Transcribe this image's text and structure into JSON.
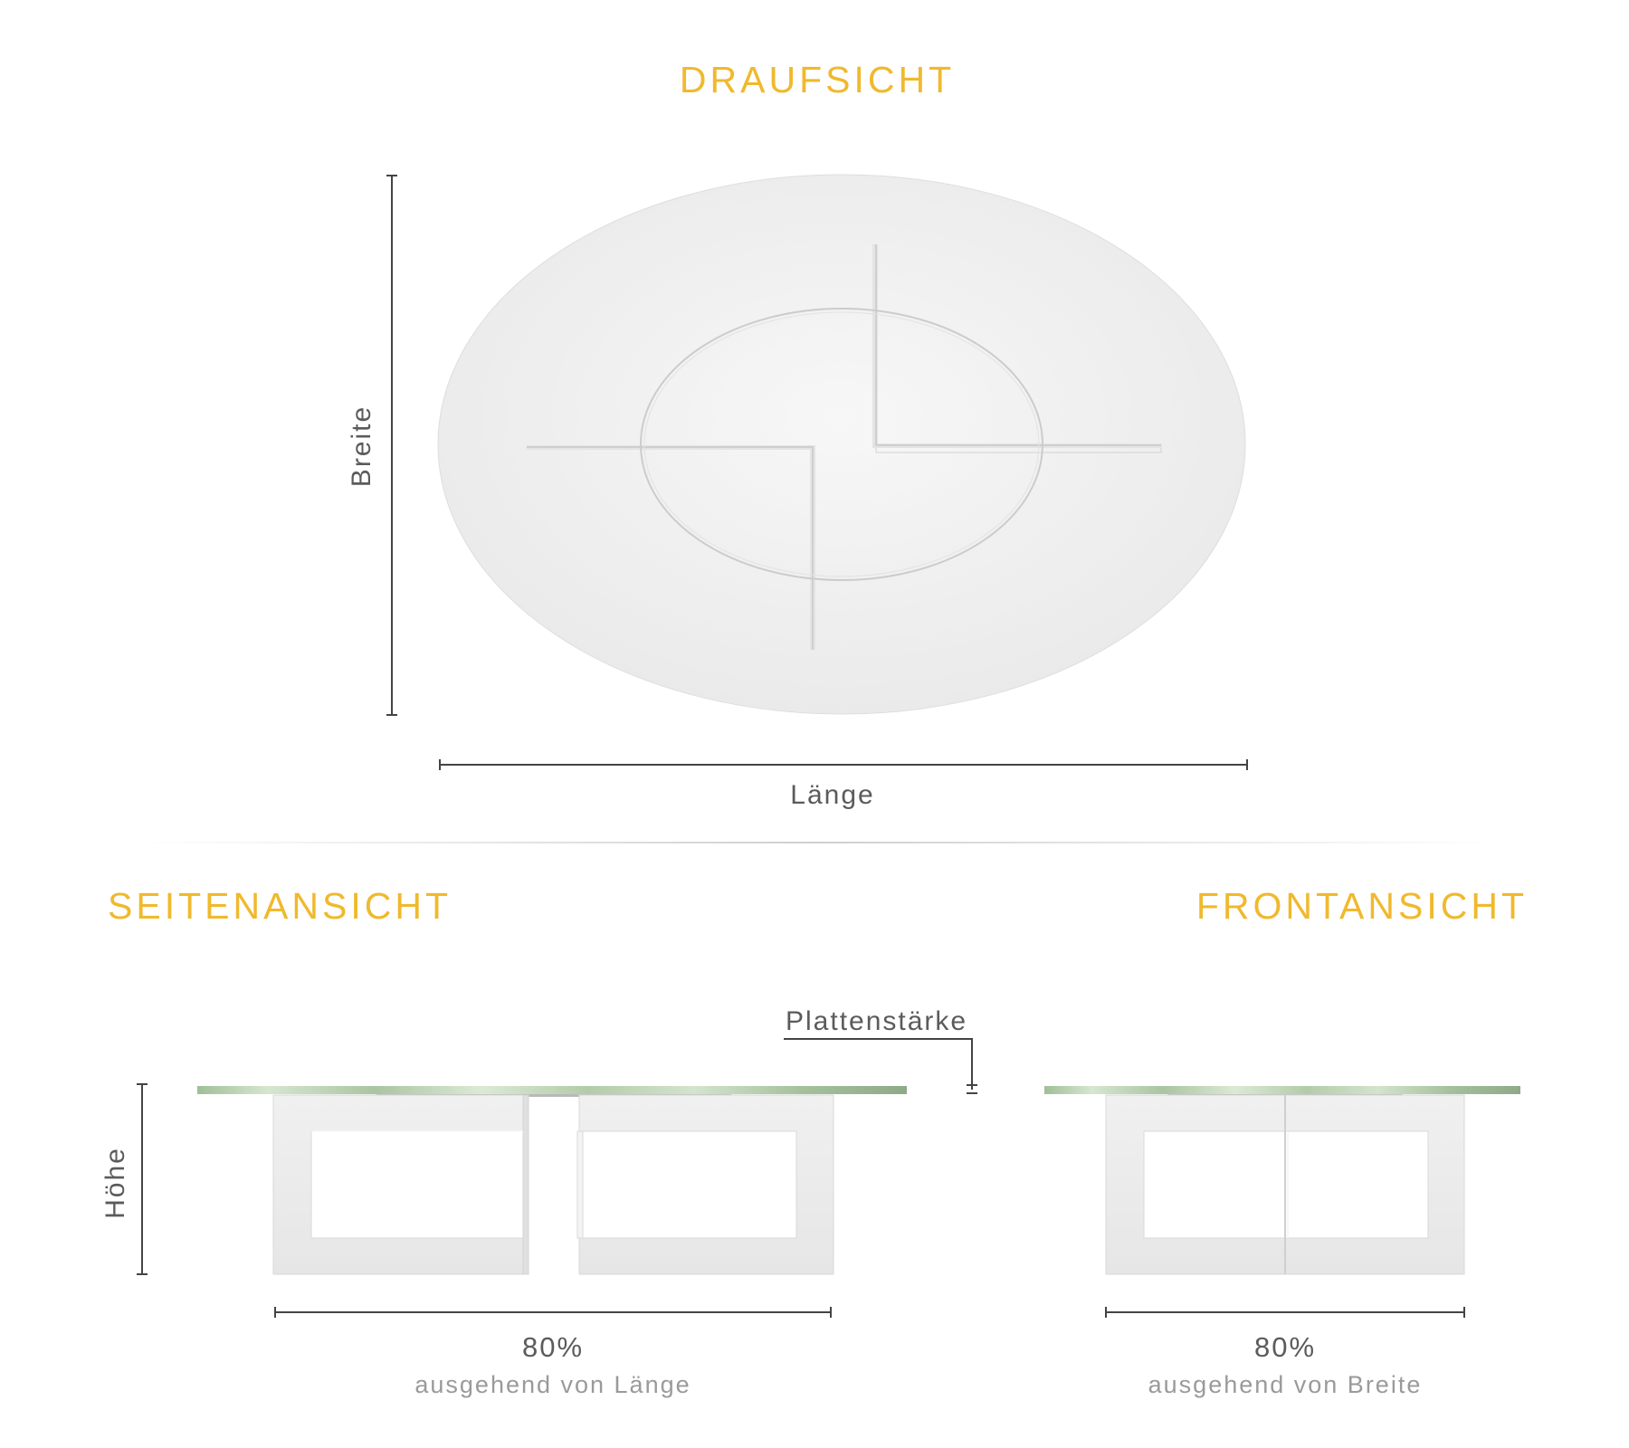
{
  "top_view": {
    "title": "DRAUFSICHT",
    "length_label": "Länge",
    "width_label": "Breite"
  },
  "side_view": {
    "title": "SEITENANSICHT",
    "height_label": "Höhe",
    "base_percent": "80%",
    "base_note": "ausgehend von Länge"
  },
  "front_view": {
    "title": "FRONTANSICHT",
    "base_percent": "80%",
    "base_note": "ausgehend von Breite"
  },
  "plate_thickness_label": "Plattenstärke",
  "colors": {
    "heading": "#f0b92d",
    "dimension_line": "#444444",
    "text": "#5b5b5b",
    "note": "#9a9a9a",
    "glass": "#b8d4b0",
    "frame": "#ececec"
  }
}
